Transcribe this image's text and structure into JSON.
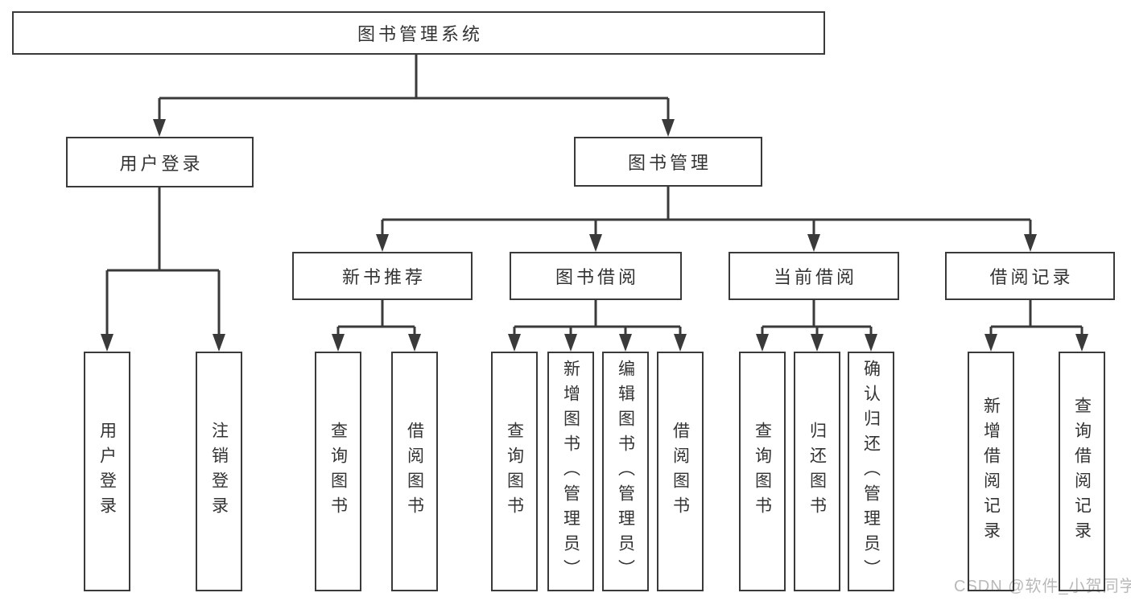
{
  "tree": {
    "root_label": "图书管理系统",
    "user_branch": {
      "label": "用户登录",
      "children": [
        "用户登录",
        "注销登录"
      ]
    },
    "book_branch": {
      "label": "图书管理",
      "sections": [
        {
          "label": "新书推荐",
          "children": [
            "查询图书",
            "借阅图书"
          ]
        },
        {
          "label": "图书借阅",
          "children": [
            "查询图书",
            "新增图书（管理员）",
            "编辑图书（管理员）",
            "借阅图书"
          ]
        },
        {
          "label": "当前借阅",
          "children": [
            "查询图书",
            "归还图书",
            "确认归还（管理员）"
          ]
        },
        {
          "label": "借阅记录",
          "children": [
            "新增借阅记录",
            "查询借阅记录"
          ]
        }
      ]
    }
  },
  "watermark": {
    "text": "CSDN @软件_小贺同学",
    "color": "#b9b9b9"
  },
  "colors": {
    "line": "#3a3a3a",
    "text": "#333333",
    "background": "#ffffff"
  }
}
